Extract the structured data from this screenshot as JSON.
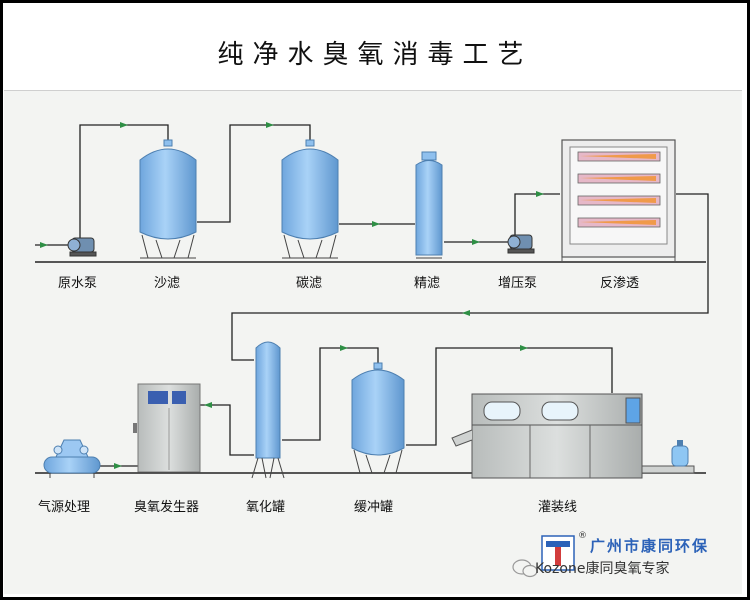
{
  "title": "纯净水臭氧消毒工艺",
  "labels": {
    "raw_pump": "原水泵",
    "sand_filter": "沙滤",
    "carbon_filter": "碳滤",
    "fine_filter": "精滤",
    "booster_pump": "增压泵",
    "reverse_osmosis": "反渗透",
    "air_source": "气源处理",
    "ozone_generator": "臭氧发生器",
    "oxidation_tank": "氧化罐",
    "buffer_tank": "缓冲罐",
    "filling_line": "灌装线"
  },
  "brand": {
    "company": "广州市康同环保",
    "wechat_account": "Kozone康同臭氧专家"
  },
  "colors": {
    "vessel": "#8fc0ee",
    "vessel_edge": "#4d7fb0",
    "pipe": "#222222",
    "arrow": "#2e8f45",
    "machine": "#c9cccb",
    "brand": "#2c62b8"
  },
  "icons": {
    "logo": "kangtong-logo-icon",
    "wechat": "wechat-icon"
  }
}
